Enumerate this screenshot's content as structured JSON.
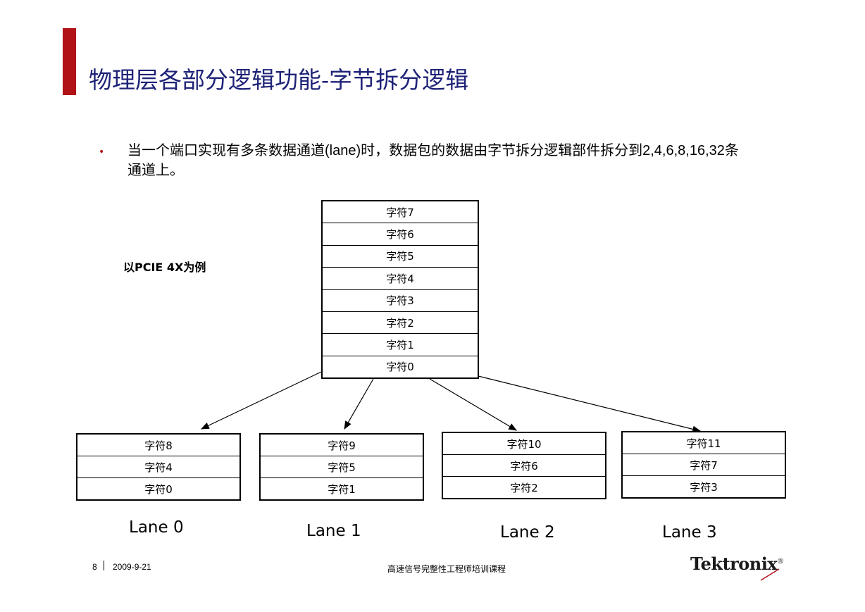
{
  "slide": {
    "title": "物理层各部分逻辑功能-字节拆分逻辑",
    "bullet": "当一个端口实现有多条数据通道(lane)时，数据包的数据由字节拆分逻辑部件拆分到2,4,6,8,16,32条通道上。",
    "example_label": "以PCIE 4X为例",
    "bullet_color": "#b01217",
    "title_color": "#1f2377",
    "accent_color": "#b01217"
  },
  "diagram": {
    "source_stack": [
      "字符7",
      "字符6",
      "字符5",
      "字符4",
      "字符3",
      "字符2",
      "字符1",
      "字符0"
    ],
    "lanes": [
      {
        "name": "Lane 0",
        "cells": [
          "字符8",
          "字符4",
          "字符0"
        ]
      },
      {
        "name": "Lane 1",
        "cells": [
          "字符9",
          "字符5",
          "字符1"
        ]
      },
      {
        "name": "Lane 2",
        "cells": [
          "字符10",
          "字符6",
          "字符2"
        ]
      },
      {
        "name": "Lane 3",
        "cells": [
          "字符11",
          "字符7",
          "字符3"
        ]
      }
    ]
  },
  "footer": {
    "page_number": "8",
    "date": "2009-9-21",
    "course": "高速信号完整性工程师培训课程",
    "logo": "Tektronix",
    "logo_mark": "®"
  }
}
